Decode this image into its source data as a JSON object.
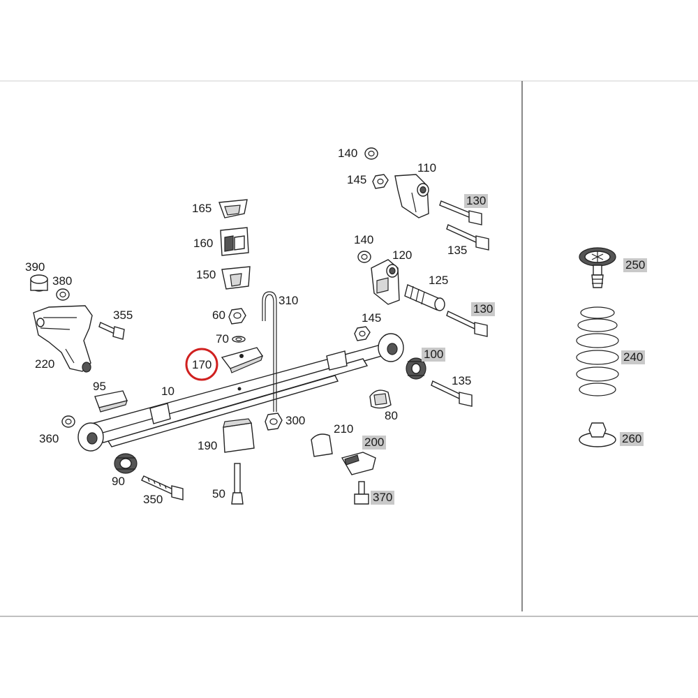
{
  "callouts": {
    "c10": "10",
    "c50": "50",
    "c60": "60",
    "c70": "70",
    "c80": "80",
    "c90": "90",
    "c95": "95",
    "c100": "100",
    "c110": "110",
    "c120": "120",
    "c125": "125",
    "c130a": "130",
    "c130b": "130",
    "c135a": "135",
    "c135b": "135",
    "c140a": "140",
    "c140b": "140",
    "c145a": "145",
    "c145b": "145",
    "c150": "150",
    "c160": "160",
    "c165": "165",
    "c170": "170",
    "c190": "190",
    "c200": "200",
    "c210": "210",
    "c220": "220",
    "c240": "240",
    "c250": "250",
    "c260": "260",
    "c300": "300",
    "c310": "310",
    "c350": "350",
    "c355": "355",
    "c360": "360",
    "c370": "370",
    "c380": "380",
    "c390": "390"
  },
  "highlight_color": "#c9c9c9",
  "selection_ring_color": "#d0201f",
  "selected_part": "170"
}
